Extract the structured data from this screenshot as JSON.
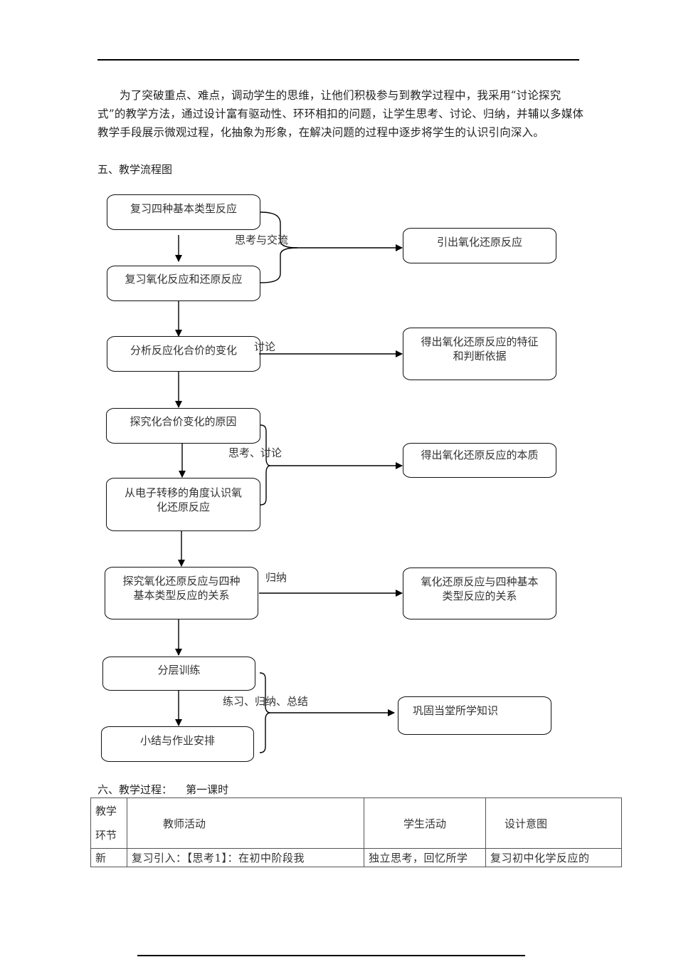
{
  "intro_paragraph": "为了突破重点、难点，调动学生的思维，让他们积极参与到教学过程中，我采用“讨论探究式”的教学方法，通过设计富有驱动性、环环相扣的问题，让学生思考、讨论、归纳，并辅以多媒体教学手段展示微观过程，化抽象为形象，在解决问题的过程中逐步将学生的认识引向深入。",
  "section5_title": "五、教学流程图",
  "flowchart": {
    "left_boxes": [
      "复习四种基本类型反应",
      "复习氧化反应和还原反应",
      "分析反应化合价的变化",
      "探究化合价变化的原因",
      "从电子转移的角度认识氧化还原反应",
      "探究氧化还原反应与四种基本类型反应的关系",
      "分层训练",
      "小结与作业安排"
    ],
    "right_boxes": [
      "引出氧化还原反应",
      "得出氧化还原反应的特征和判断依据",
      "得出氧化还原反应的本质",
      "氧化还原反应与四种基本类型反应的关系",
      "巩固当堂所学知识"
    ],
    "edge_labels": [
      "思考与交流",
      "讨论",
      "思考、讨论",
      "归纳",
      "练习、归纳、总结"
    ]
  },
  "section6_title": "六、教学过程：    第一课时",
  "table": {
    "headers": [
      "教学环节",
      "教师活动",
      "学生活动",
      "设计意图"
    ],
    "header_col1_lines": [
      "教学",
      "环节"
    ],
    "rows": [
      [
        "新",
        "复习引入：【思考1】：在初中阶段我",
        "独立思考，回忆所学",
        "复习初中化学反应的"
      ]
    ]
  }
}
